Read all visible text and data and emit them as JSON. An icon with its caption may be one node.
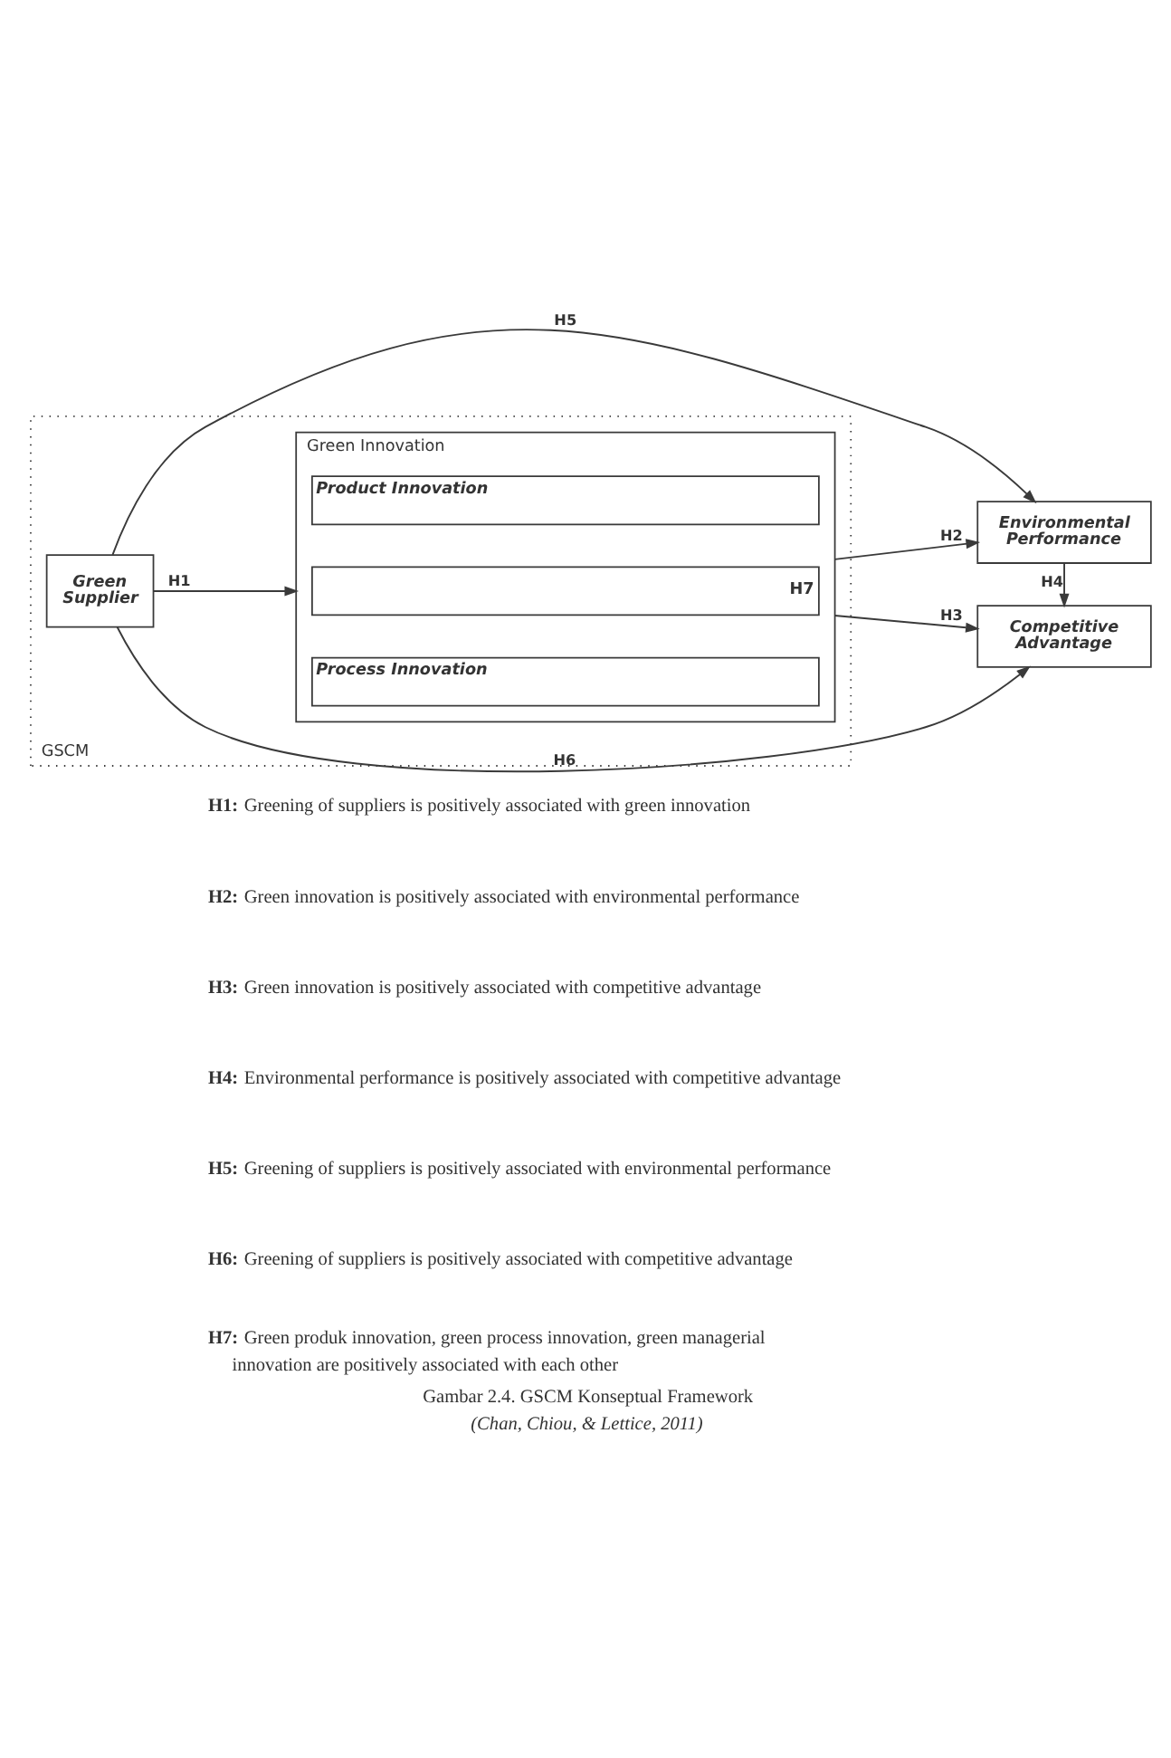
{
  "diagram": {
    "caption": "Gambar 2.4. GSCM Konseptual Framework *(Chan, Chiou, & Lettice, 2011)*",
    "nodes": [
      {
        "text": [
          "GSCM"
        ]
      },
      {
        "text": [
          "Green Supplier"
        ],
        "in": 0
      },
      {
        "text": [
          "Green Innovation"
        ],
        "in": 0
      },
      {
        "text": [
          "Product Innovation"
        ],
        "in": 2
      },
      {
        "text": [
          "H7"
        ],
        "in": 2
      },
      {
        "text": [
          "Process Innovation"
        ],
        "in": 2
      },
      {
        "text": [
          "Environmental Performance"
        ]
      },
      {
        "text": [
          "Competitive Advantage"
        ]
      }
    ],
    "edges": [
      {
        "from": 1,
        "to": 2,
        "arrow": "to",
        "label": "H1"
      },
      {
        "from": 2,
        "to": 6,
        "arrow": "to",
        "label": "H2"
      },
      {
        "from": 2,
        "to": 7,
        "arrow": "to",
        "label": "H3"
      },
      {
        "from": 6,
        "to": 7,
        "arrow": "to",
        "label": "H4"
      },
      {
        "from": 1,
        "to": 6,
        "arrow": "to",
        "label": "H5"
      },
      {
        "from": 1,
        "to": 7,
        "arrow": "to",
        "label": "H6"
      }
    ],
    "labels": [
      "**H1:** Greening of suppliers is positively associated with green innovation",
      "**H2:** Green innovation is positively associated with environmental performance",
      "**H3:** Green innovation is positively associated with competitive advantage",
      "**H4:** Environmental performance is positively associated with competitive advantage",
      "**H5:** Greening of suppliers is positively associated with environmental performance",
      "**H6:** Greening of suppliers is positively associated with competitive advantage",
      "**H7:** Green produk innovation, green process innovation, green managerial innovation are positively associated with each other"
    ]
  }
}
